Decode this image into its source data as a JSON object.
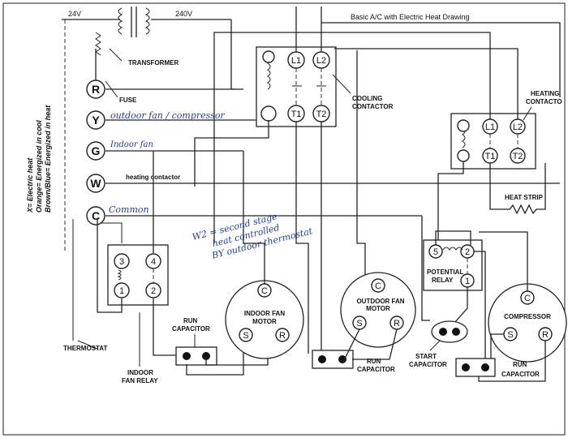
{
  "title": "Basic A/C with Electric Heat Drawing",
  "transformer": {
    "low_voltage": "24V",
    "high_voltage": "240V",
    "label": "TRANSFORMER",
    "fuse_label": "FUSE"
  },
  "thermostat": {
    "label": "THERMOSTAT",
    "terminals": [
      "R",
      "Y",
      "G",
      "W",
      "C"
    ],
    "notes": {
      "Y": "outdoor fan / compressor",
      "G": "Indoor fan",
      "W": "heating contactor",
      "C": "Common"
    }
  },
  "legend": [
    "X= Electric heat",
    "Orange= Energized in cool",
    "Brown/Blue= Energized in heat"
  ],
  "cooling_contactor": {
    "label_line1": "COOLING",
    "label_line2": "CONTACTOR",
    "terminals": [
      "L1",
      "L2",
      "T1",
      "T2"
    ]
  },
  "heating_contactor": {
    "label_line1": "HEATING",
    "label_line2": "CONTACTO",
    "terminals": [
      "L1",
      "L2",
      "T1",
      "T2"
    ]
  },
  "heat_strip": {
    "label": "HEAT STRIP"
  },
  "handwritten_note": {
    "line1": "W2 = second stage",
    "line2": "heat controlled",
    "line3": "BY outdoor thermostat"
  },
  "indoor_fan_relay": {
    "label_line1": "INDOOR",
    "label_line2": "FAN RELAY",
    "terminals": [
      "3",
      "4",
      "1",
      "2"
    ]
  },
  "indoor_run_capacitor": {
    "label_line1": "RUN",
    "label_line2": "CAPACITOR"
  },
  "indoor_fan_motor": {
    "label_line1": "INDOOR FAN",
    "label_line2": "MOTOR",
    "terminals": [
      "C",
      "S",
      "R"
    ]
  },
  "outdoor_fan_motor": {
    "label_line1": "OUTDOOR FAN",
    "label_line2": "MOTOR",
    "terminals": [
      "C",
      "S",
      "R"
    ]
  },
  "outdoor_run_capacitor": {
    "label_line1": "RUN",
    "label_line2": "CAPACITOR"
  },
  "potential_relay": {
    "label_line1": "POTENTIAL",
    "label_line2": "RELAY",
    "terminals": [
      "5",
      "2",
      "1"
    ]
  },
  "start_capacitor": {
    "label_line1": "START",
    "label_line2": "CAPACITOR"
  },
  "compressor": {
    "label": "COMPRESSOR",
    "terminals": [
      "C",
      "S",
      "R"
    ]
  },
  "compressor_run_capacitor": {
    "label_line1": "RUN",
    "label_line2": "CAPACITOR"
  }
}
